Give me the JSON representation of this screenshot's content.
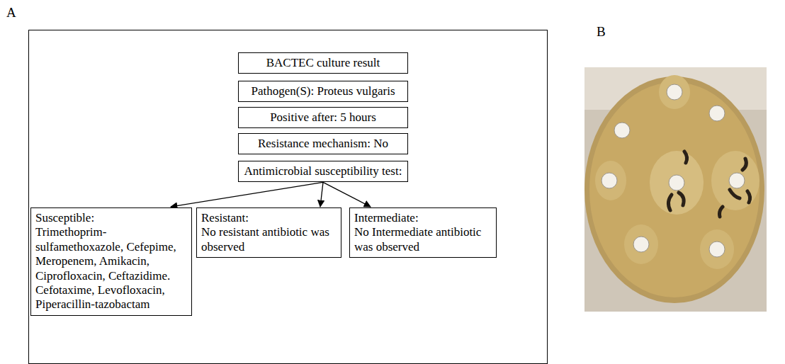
{
  "diagram": {
    "nodes": [
      {
        "text": [
          "A"
        ]
      },
      {
        "text": [
          "BACTEC culture result"
        ],
        "in": 0
      },
      {
        "text": [
          "Pathogen(S): Proteus vulgaris"
        ],
        "in": 0
      },
      {
        "text": [
          "Positive after: 5 hours"
        ],
        "in": 0
      },
      {
        "text": [
          "Resistance mechanism: No"
        ],
        "in": 0
      },
      {
        "text": [
          "Antimicrobial susceptibility test:"
        ],
        "in": 0
      },
      {
        "text": [
          "Susceptible:",
          "Trimethoprim- sulfamethoxazole, Cefepime, Meropenem, Amikacin, Ciprofloxacin, Ceftazidime. Cefotaxime, Levofloxacin, Piperacillin-tazobactam"
        ],
        "in": 0
      },
      {
        "text": [
          "Resistant:",
          "No resistant antibiotic was observed"
        ],
        "in": 0
      },
      {
        "text": [
          "Intermediate:",
          "No Intermediate antibiotic was observed"
        ],
        "in": 0
      }
    ],
    "edges": [
      {
        "from": 5,
        "to": 6,
        "arrow": "to"
      },
      {
        "from": 5,
        "to": 7,
        "arrow": "to"
      },
      {
        "from": 5,
        "to": 8,
        "arrow": "to"
      }
    ],
    "labels": [
      "B"
    ]
  }
}
